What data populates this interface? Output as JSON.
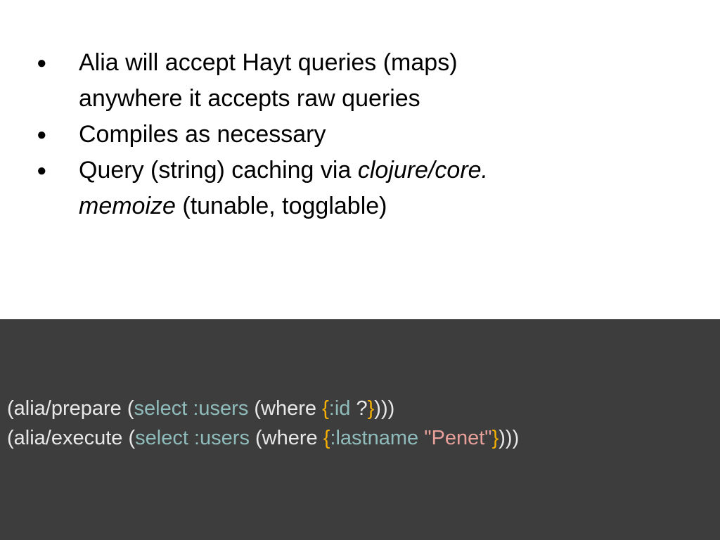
{
  "slide": {
    "bullets": [
      {
        "dot": "●",
        "line1": "Alia will accept Hayt queries (maps)",
        "line2": "anywhere it accepts raw queries"
      },
      {
        "dot": "●",
        "line1": "Compiles as necessary"
      },
      {
        "dot": "●",
        "line1_plain": "Query (string) caching via ",
        "line1_em": "clojure/core.",
        "line2_em": "memoize",
        "line2_plain": " (tunable, togglable)"
      }
    ]
  },
  "code": {
    "line1": {
      "open": "(alia/prepare (",
      "select": "select",
      "table": " :users",
      "mid": " (where ",
      "brace_open": "{",
      "key": ":id",
      "value": " ?",
      "brace_close": "}",
      "close": ")))"
    },
    "line2": {
      "open": "(alia/execute (",
      "select": "select",
      "table": " :users",
      "mid": " (where ",
      "brace_open": "{",
      "key": ":lastname",
      "space": " ",
      "value": "\"Penet\"",
      "brace_close": "}",
      "close": ")))"
    },
    "colors": {
      "background": "#3d3d3d",
      "text": "#e8e8e8",
      "keyword": "#8fbcbb",
      "brace": "#f6b000",
      "string": "#e8a09b"
    }
  }
}
